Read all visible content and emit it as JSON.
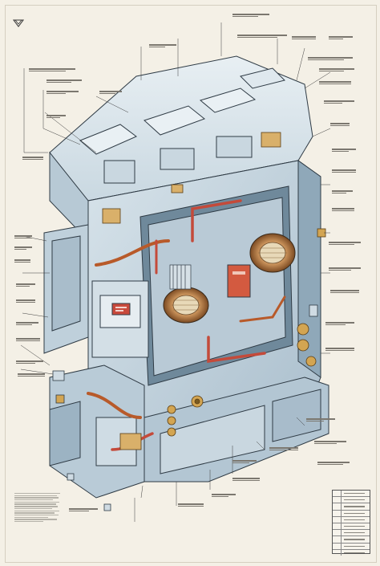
{
  "header": {
    "title": "",
    "top_code": ""
  },
  "footer": {
    "code": ""
  },
  "notes": {
    "title": ""
  },
  "legend_table": {
    "rows": [
      "",
      "",
      "",
      "",
      "",
      "",
      "",
      "",
      "",
      ""
    ]
  },
  "colors": {
    "paper": "#f4f0e6",
    "housing_light": "#c7d6e0",
    "housing_mid": "#a9bfcd",
    "housing_dark": "#7f99ab",
    "outline": "#2f3b45",
    "copper": "#c8743c",
    "brass": "#d3a552",
    "red_pipe": "#c44a3a",
    "label_line": "#3d3d3d"
  },
  "icons": {
    "logo": "crossed-hatch-logo",
    "coil": "copper-coil",
    "terminal": "brass-terminal",
    "warning_plate": "red-warning-label"
  }
}
